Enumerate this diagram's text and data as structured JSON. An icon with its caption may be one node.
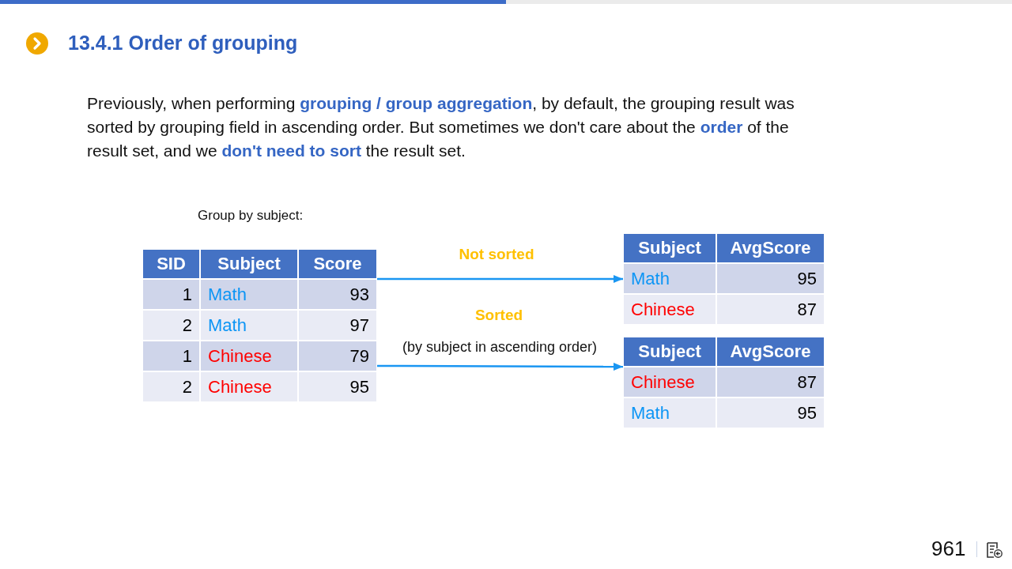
{
  "diagram": {
    "title": "13.4.1 Order of grouping",
    "nodes": [
      {
        "text": [
          "SID",
          "Subject",
          "Score",
          "1",
          "Math",
          "93",
          "2",
          "Math",
          "97",
          "1",
          "Chinese",
          "79",
          "2",
          "Chinese",
          "95"
        ]
      },
      {
        "text": [
          "Subject",
          "AvgScore",
          "Math",
          "95",
          "Chinese",
          "87"
        ]
      },
      {
        "text": [
          "Subject",
          "AvgScore",
          "Chinese",
          "87",
          "Math",
          "95"
        ]
      }
    ],
    "edges": [
      {
        "from": 0,
        "to": 1,
        "arrow": "to",
        "label": "Not sorted"
      },
      {
        "from": 0,
        "to": 2,
        "arrow": "to",
        "label": "Sorted"
      }
    ],
    "labels": [
      "Previously, when performing **grouping / group aggregation**, by default, the grouping result was sorted by grouping field in ascending order. But sometimes we don't care about the **order** of the result set, and we **don't need to sort** the result set.",
      "Group by subject:",
      "(by subject in ascending order)",
      "961"
    ]
  }
}
